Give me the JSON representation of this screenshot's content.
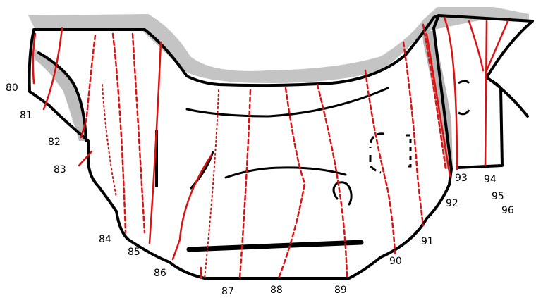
{
  "labels": {
    "l80": "80",
    "l81": "81",
    "l82": "82",
    "l83": "83",
    "l84": "84",
    "l85": "85",
    "l86": "86",
    "l87": "87",
    "l88": "88",
    "l89": "89",
    "l90": "90",
    "l91": "91",
    "l92": "92",
    "l93": "93",
    "l94": "94",
    "l95": "95",
    "l96": "96"
  },
  "colors": {
    "outline": "#000000",
    "trace_lines": "#dd1111",
    "shadow": "#b8b8b8",
    "background": "#ffffff"
  }
}
